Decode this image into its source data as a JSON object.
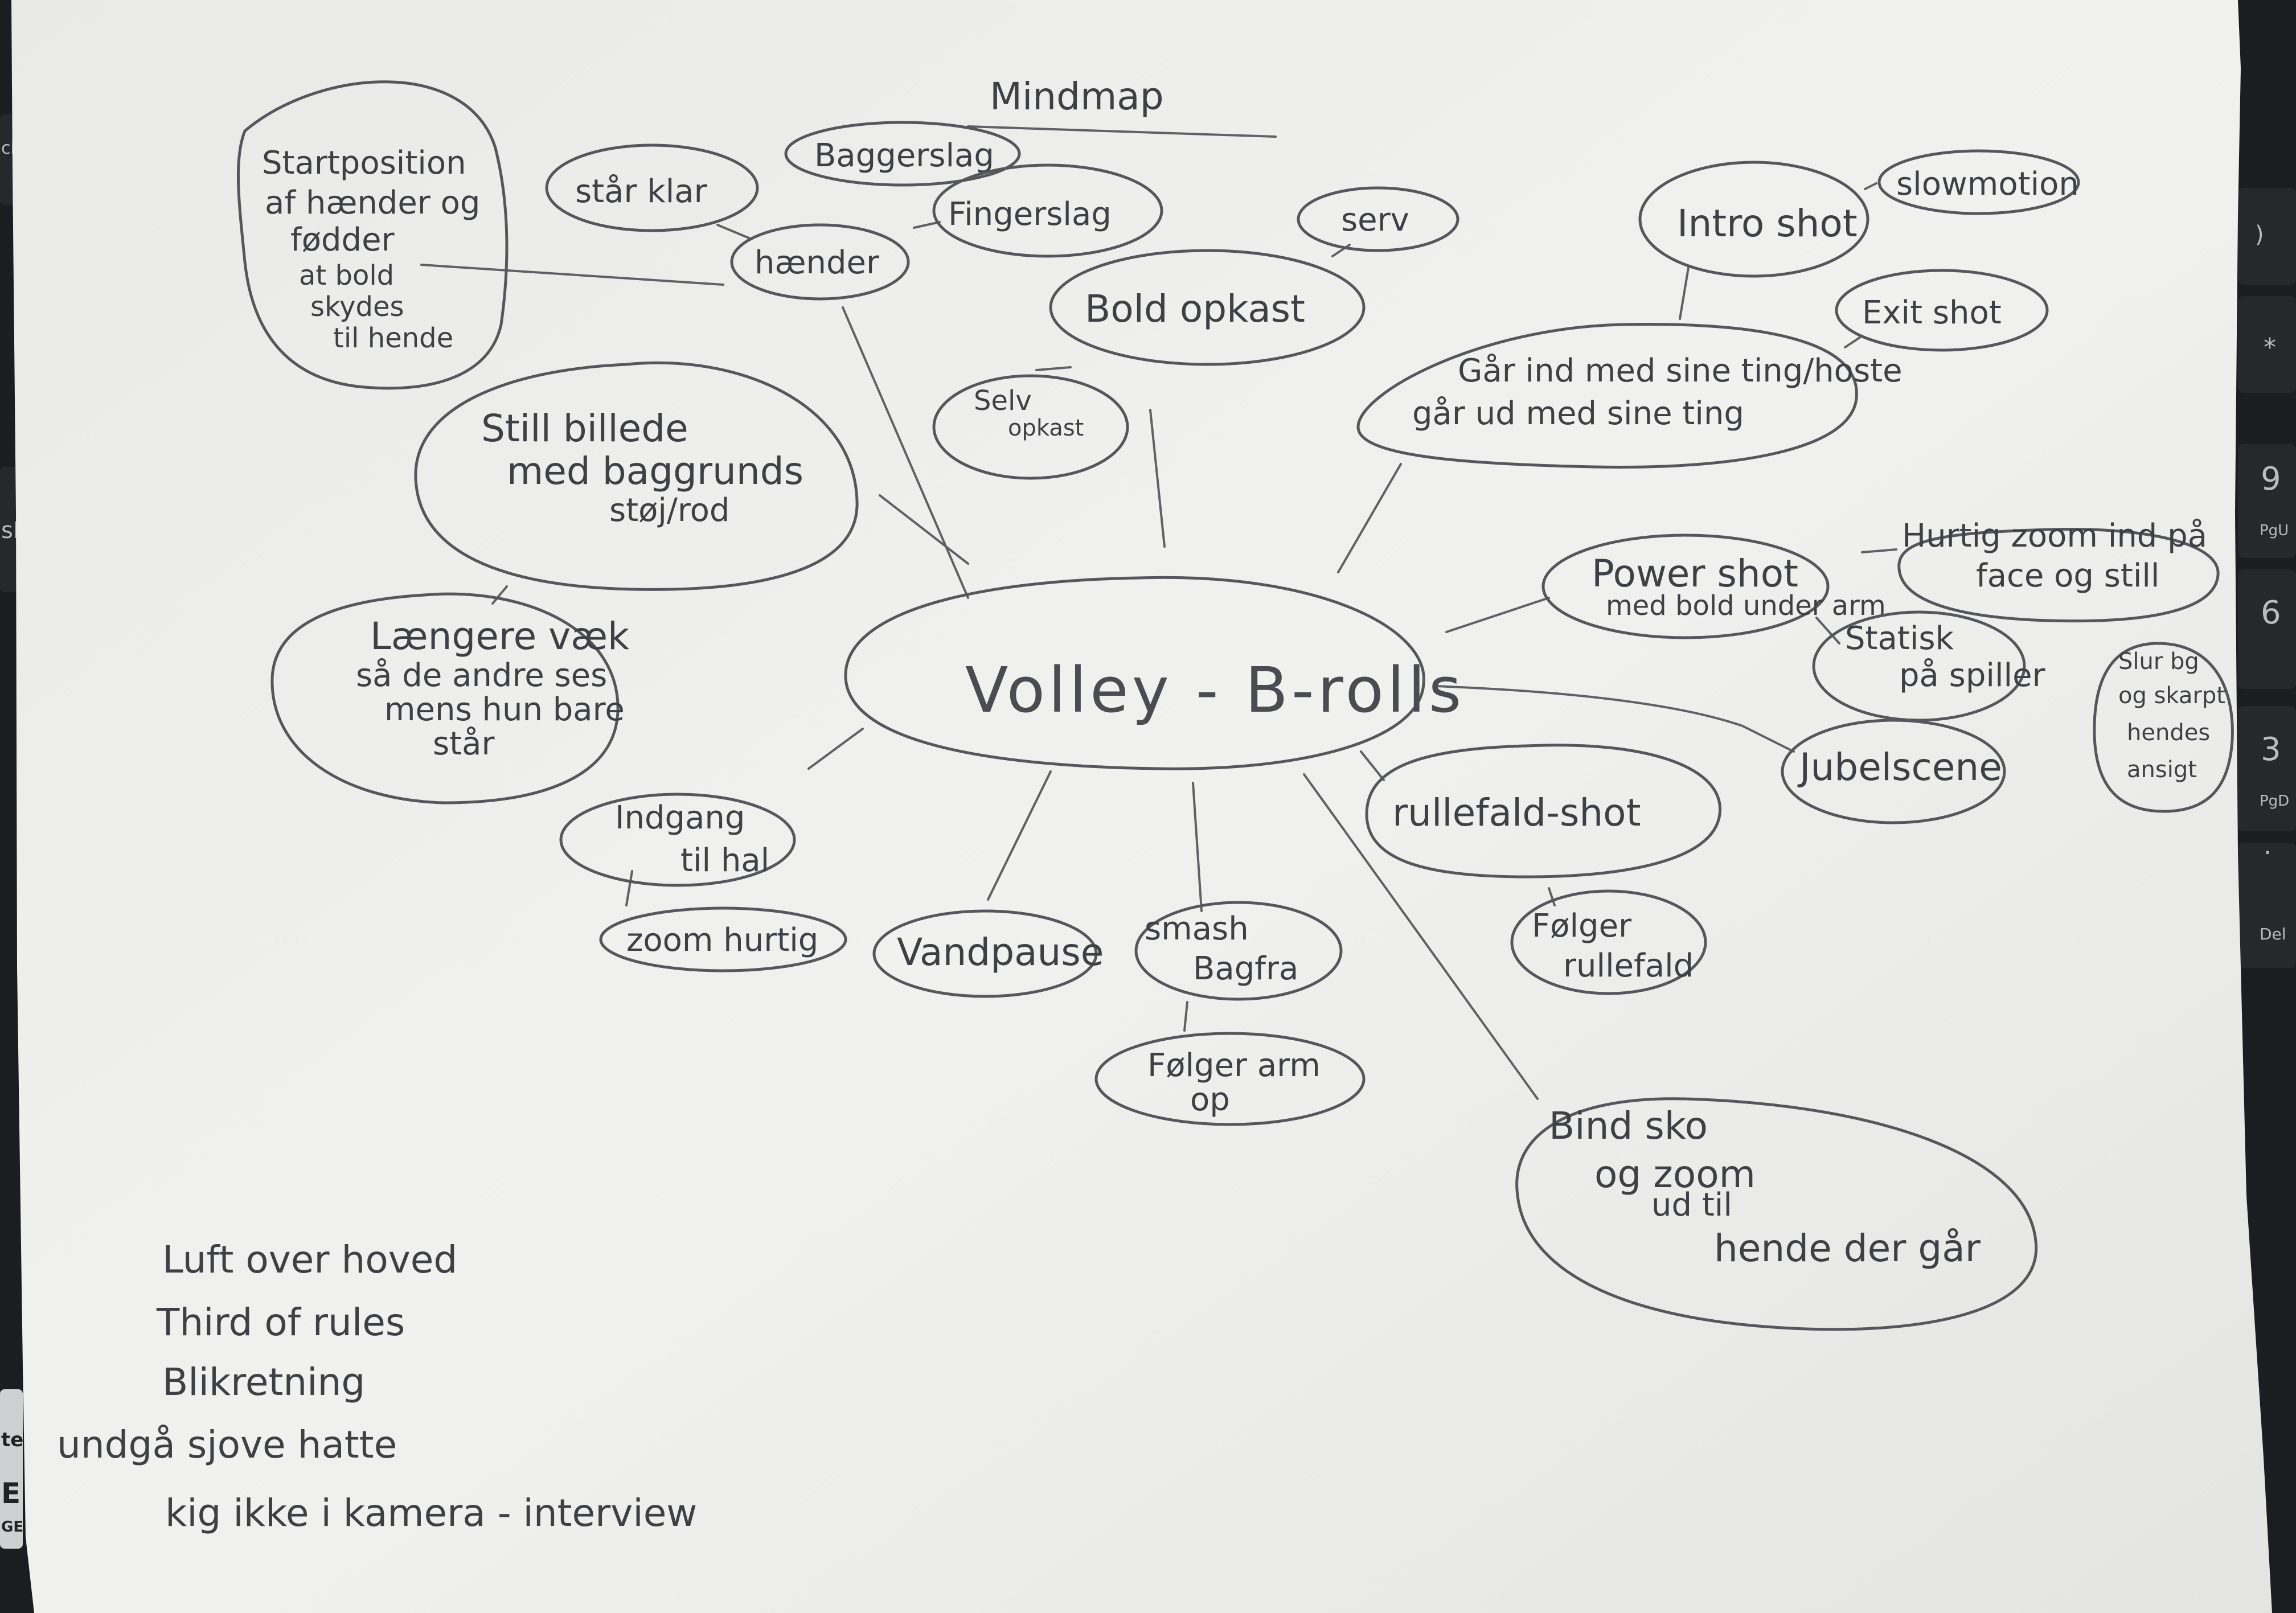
{
  "keyboard_edge": {
    "left_fragments": [
      "ck",
      "sLo",
      "te",
      "E",
      "GE"
    ],
    "right_keys": [
      ")",
      "*",
      "9",
      "PgU",
      "6",
      "3",
      "PgD",
      ".",
      "Del"
    ]
  },
  "mindmap": {
    "title": "Mindmap",
    "center": "Volley - B-rolls",
    "nodes": {
      "startposition": [
        "Startposition",
        "af hænder og",
        "fødder",
        "at bold",
        "skydes",
        "til hende"
      ],
      "haender": "hænder",
      "staar_klar": "står klar",
      "baggerslag": "Baggerslag",
      "fingerslag": "Fingerslag",
      "still_billede": [
        "Still billede",
        "med baggrunds",
        "støj/rod"
      ],
      "laengere_vaek": [
        "Længere væk",
        "så de andre ses",
        "mens hun bare",
        "står"
      ],
      "serv": "serv",
      "bold_opkast": "Bold opkast",
      "selv_opkast": [
        "Selv",
        "opkast"
      ],
      "intro_shot": "Intro shot",
      "slowmotion": "slowmotion",
      "exit_shot": "Exit shot",
      "gaar_ind": [
        "Går ind med sine ting/hoste",
        "går ud med sine ting"
      ],
      "power_shot": [
        "Power shot",
        "med bold under arm"
      ],
      "hurtig_zoom": [
        "Hurtig zoom ind på",
        "face og still"
      ],
      "statisk": [
        "Statisk",
        "på spiller"
      ],
      "slur_bg": [
        "Slur bg",
        "og skarpt",
        "hendes",
        "ansigt"
      ],
      "jubelscene": "Jubelscene",
      "rullefald_shot": "rullefald-shot",
      "foelger_rullefald": [
        "Følger",
        "rullefald"
      ],
      "indgang": [
        "Indgang",
        "til hal"
      ],
      "zoom_hurtig": "zoom hurtig",
      "vandpause": "Vandpause",
      "smash": [
        "smash",
        "Bagfra"
      ],
      "foelger_arm": [
        "Følger arm",
        "op"
      ],
      "bind_sko": [
        "Bind sko",
        "og zoom",
        "ud til",
        "hende der går"
      ]
    },
    "notes": [
      "Luft over hoved",
      "Third of rules",
      "Blikretning",
      "undgå sjove hatte",
      "kig ikke i kamera - interview"
    ]
  },
  "colors": {
    "paper": "#efefed",
    "ink": "#55575c",
    "background": "#1c1d20"
  }
}
